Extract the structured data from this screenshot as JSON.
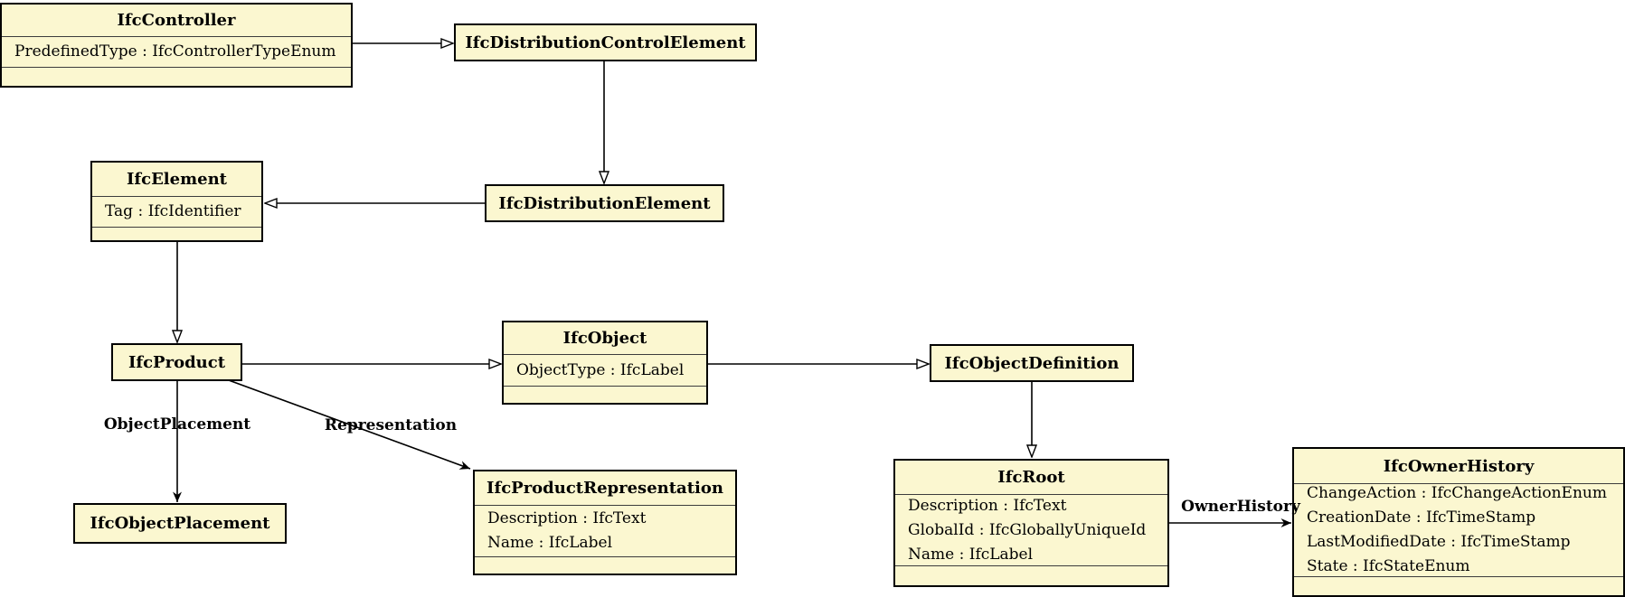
{
  "diagram": {
    "type": "uml-class-diagram",
    "subject": "IFC entity inheritance and associations",
    "colors": {
      "background": "#FFFFFF",
      "class_fill": "#FBF7D0",
      "class_border": "#000000",
      "line": "#000000"
    },
    "classes": [
      {
        "name": "IfcController",
        "attributes": [
          "PredefinedType : IfcControllerTypeEnum"
        ]
      },
      {
        "name": "IfcDistributionControlElement",
        "attributes": []
      },
      {
        "name": "IfcElement",
        "attributes": [
          "Tag : IfcIdentifier"
        ]
      },
      {
        "name": "IfcDistributionElement",
        "attributes": []
      },
      {
        "name": "IfcProduct",
        "attributes": []
      },
      {
        "name": "IfcObject",
        "attributes": [
          "ObjectType : IfcLabel"
        ]
      },
      {
        "name": "IfcObjectDefinition",
        "attributes": []
      },
      {
        "name": "IfcObjectPlacement",
        "attributes": []
      },
      {
        "name": "IfcProductRepresentation",
        "attributes": [
          "Description : IfcText",
          "Name : IfcLabel"
        ]
      },
      {
        "name": "IfcRoot",
        "attributes": [
          "Description : IfcText",
          "GlobalId : IfcGloballyUniqueId",
          "Name : IfcLabel"
        ]
      },
      {
        "name": "IfcOwnerHistory",
        "attributes": [
          "ChangeAction : IfcChangeActionEnum",
          "CreationDate : IfcTimeStamp",
          "LastModifiedDate : IfcTimeStamp",
          "State : IfcStateEnum"
        ]
      }
    ],
    "relationships": [
      {
        "from": "IfcController",
        "to": "IfcDistributionControlElement",
        "type": "inheritance"
      },
      {
        "from": "IfcDistributionControlElement",
        "to": "IfcDistributionElement",
        "type": "inheritance"
      },
      {
        "from": "IfcDistributionElement",
        "to": "IfcElement",
        "type": "inheritance"
      },
      {
        "from": "IfcElement",
        "to": "IfcProduct",
        "type": "inheritance"
      },
      {
        "from": "IfcProduct",
        "to": "IfcObject",
        "type": "inheritance"
      },
      {
        "from": "IfcObject",
        "to": "IfcObjectDefinition",
        "type": "inheritance"
      },
      {
        "from": "IfcObjectDefinition",
        "to": "IfcRoot",
        "type": "inheritance"
      },
      {
        "from": "IfcProduct",
        "to": "IfcObjectPlacement",
        "type": "association",
        "label": "ObjectPlacement"
      },
      {
        "from": "IfcProduct",
        "to": "IfcProductRepresentation",
        "type": "association",
        "label": "Representation"
      },
      {
        "from": "IfcRoot",
        "to": "IfcOwnerHistory",
        "type": "association",
        "label": "OwnerHistory"
      }
    ],
    "edge_labels": {
      "object_placement": "ObjectPlacement",
      "representation": "Representation",
      "owner_history": "OwnerHistory"
    }
  }
}
